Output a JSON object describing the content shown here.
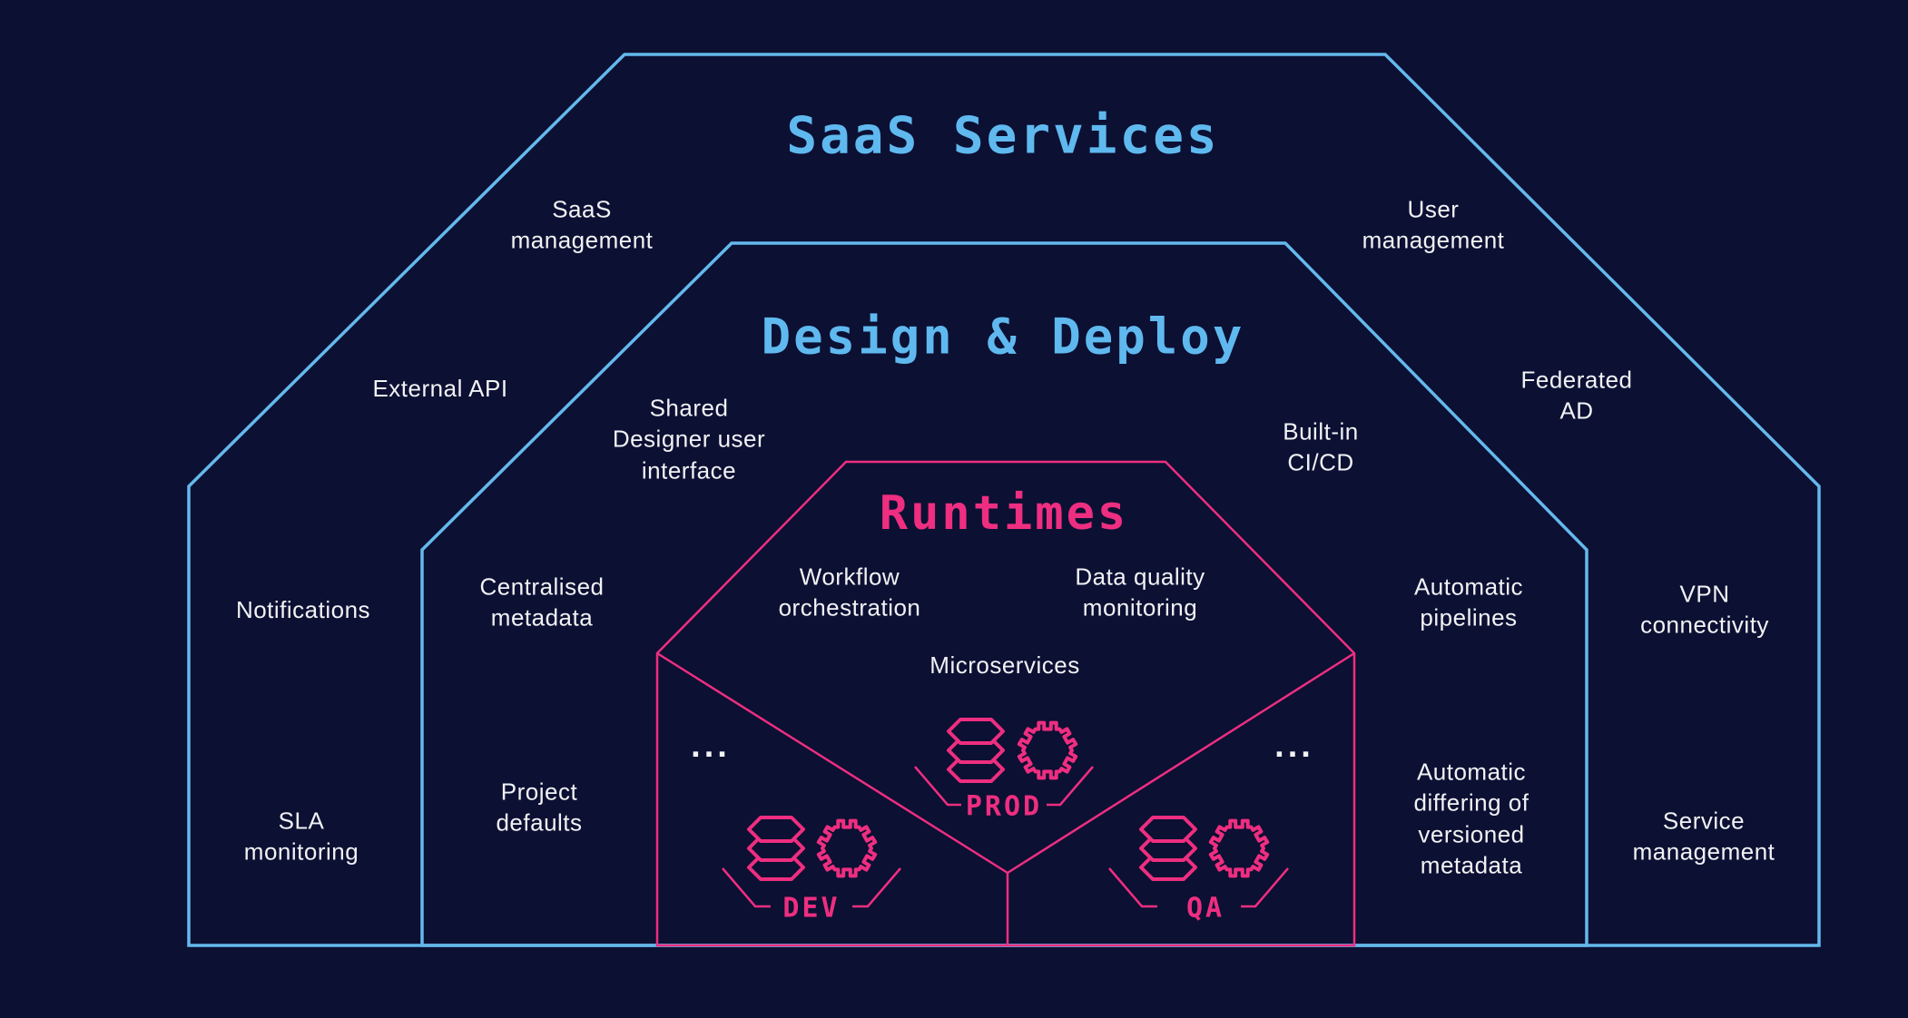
{
  "colors": {
    "background": "#0c1033",
    "blue_line": "#64b9ec",
    "blue_title": "#5fb9ef",
    "pink": "#ee2e80",
    "white_text": "#f1f2f4"
  },
  "titles": {
    "saas": "SaaS Services",
    "design_deploy": "Design & Deploy",
    "runtimes": "Runtimes"
  },
  "labels": {
    "saas_management": "SaaS\nmanagement",
    "user_management": "User\nmanagement",
    "external_api": "External API",
    "shared_designer": "Shared\nDesigner user\ninterface",
    "built_in_cicd": "Built-in\nCI/CD",
    "federated_ad": "Federated\nAD",
    "notifications": "Notifications",
    "centralised_metadata": "Centralised\nmetadata",
    "workflow_orchestration": "Workflow\norchestration",
    "data_quality_monitoring": "Data quality\nmonitoring",
    "automatic_pipelines": "Automatic\npipelines",
    "vpn_connectivity": "VPN\nconnectivity",
    "microservices": "Microservices",
    "sla_monitoring": "SLA\nmonitoring",
    "project_defaults": "Project\ndefaults",
    "automatic_differing": "Automatic\ndiffering of\nversioned\nmetadata",
    "service_management": "Service\nmanagement"
  },
  "environments": {
    "prod": "PROD",
    "dev": "DEV",
    "qa": "QA"
  },
  "ellipsis_left": "...",
  "ellipsis_right": "...",
  "icons": {
    "stack": "stacked-hexagons-icon",
    "gear": "gear-icon"
  }
}
